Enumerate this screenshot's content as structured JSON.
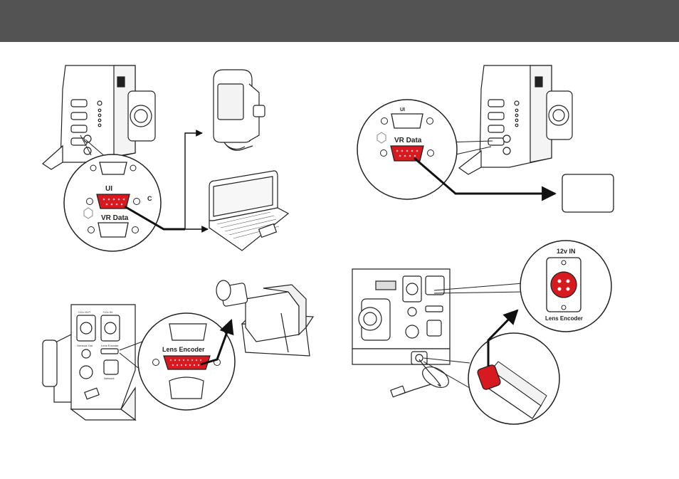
{
  "header": {
    "color": "#535353"
  },
  "accent_color": "#d71920",
  "panel_ui": {
    "callout_top_label": "",
    "callout_ui_label": "UI",
    "callout_vr_label": "VR Data",
    "side_mark": "C"
  },
  "panel_vr": {
    "callout_top_label": "UI",
    "callout_vr_label": "VR Data",
    "target_box_text": ""
  },
  "panel_lens": {
    "callout_label": "Lens Encoder",
    "unit_label_out": "+12v OUT",
    "unit_label_in": "+12v IN",
    "unit_label_genlock": "Genlock Out",
    "unit_label_lens": "Lens Encoder",
    "unit_label_network": "Network"
  },
  "panel_power": {
    "callout_top_label": "12v IN",
    "callout_bottom_label": "Lens Encoder"
  },
  "icons": [
    "tracker-unit-illustration",
    "tablet-illustration",
    "laptop-illustration",
    "camera-illustration",
    "power-cable-illustration"
  ]
}
